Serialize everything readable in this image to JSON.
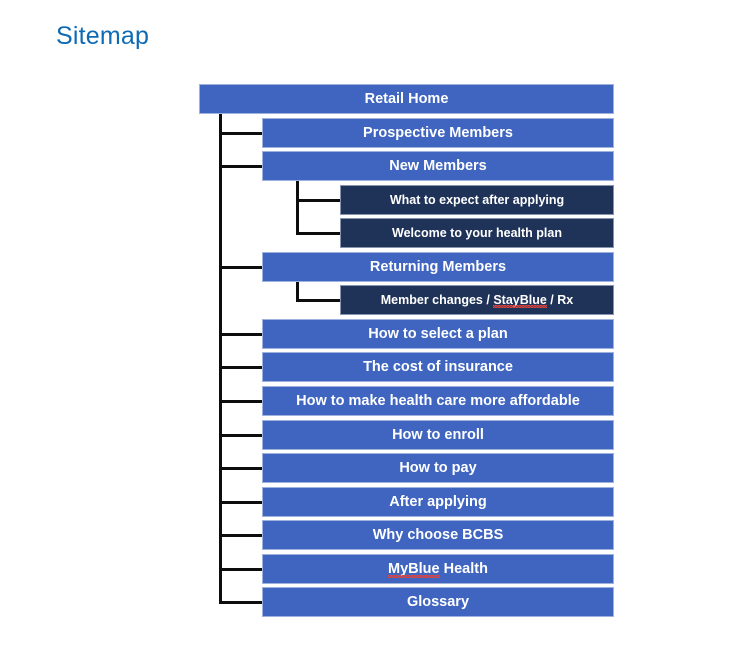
{
  "page": {
    "title": "Sitemap",
    "title_color": "#0F6AB4",
    "background": "#FFFFFF"
  },
  "colors": {
    "level_1_2_box": "#3F65C0",
    "level_3_box": "#1F3358",
    "box_text": "#FFFFFF",
    "connector_line": "#0D0D0D",
    "box_border": "#9DB2DD",
    "spellcheck_underline": "#E2433B"
  },
  "diagram": {
    "type": "sitemap-tree",
    "root": {
      "label": "Retail Home",
      "level": 1
    },
    "nodes": [
      {
        "id": "retail-home",
        "label": "Retail Home",
        "level": 1,
        "style": "blue",
        "parent": null,
        "spellcheck_words": []
      },
      {
        "id": "prospective-members",
        "label": "Prospective Members",
        "level": 2,
        "style": "blue",
        "parent": "retail-home",
        "spellcheck_words": []
      },
      {
        "id": "new-members",
        "label": "New Members",
        "level": 2,
        "style": "blue",
        "parent": "retail-home",
        "spellcheck_words": []
      },
      {
        "id": "what-to-expect",
        "label": "What to expect after applying",
        "level": 3,
        "style": "navy",
        "parent": "new-members",
        "spellcheck_words": []
      },
      {
        "id": "welcome-health-plan",
        "label": "Welcome to your health plan",
        "level": 3,
        "style": "navy",
        "parent": "new-members",
        "spellcheck_words": []
      },
      {
        "id": "returning-members",
        "label": "Returning Members",
        "level": 2,
        "style": "blue",
        "parent": "retail-home",
        "spellcheck_words": []
      },
      {
        "id": "member-changes",
        "label": "Member changes / StayBlue / Rx",
        "level": 3,
        "style": "navy",
        "parent": "returning-members",
        "spellcheck_words": [
          "StayBlue"
        ]
      },
      {
        "id": "how-to-select-plan",
        "label": "How to select a plan",
        "level": 2,
        "style": "blue",
        "parent": "retail-home",
        "spellcheck_words": []
      },
      {
        "id": "cost-of-insurance",
        "label": "The cost of insurance",
        "level": 2,
        "style": "blue",
        "parent": "retail-home",
        "spellcheck_words": []
      },
      {
        "id": "more-affordable",
        "label": "How to make health care more affordable",
        "level": 2,
        "style": "blue",
        "parent": "retail-home",
        "spellcheck_words": []
      },
      {
        "id": "how-to-enroll",
        "label": "How to enroll",
        "level": 2,
        "style": "blue",
        "parent": "retail-home",
        "spellcheck_words": []
      },
      {
        "id": "how-to-pay",
        "label": "How to pay",
        "level": 2,
        "style": "blue",
        "parent": "retail-home",
        "spellcheck_words": []
      },
      {
        "id": "after-applying",
        "label": "After applying",
        "level": 2,
        "style": "blue",
        "parent": "retail-home",
        "spellcheck_words": []
      },
      {
        "id": "why-choose-bcbs",
        "label": "Why choose BCBS",
        "level": 2,
        "style": "blue",
        "parent": "retail-home",
        "spellcheck_words": []
      },
      {
        "id": "myblue-health",
        "label": "MyBlue Health",
        "level": 2,
        "style": "blue",
        "parent": "retail-home",
        "spellcheck_words": [
          "MyBlue"
        ]
      },
      {
        "id": "glossary",
        "label": "Glossary",
        "level": 2,
        "style": "blue",
        "parent": "retail-home",
        "spellcheck_words": []
      }
    ]
  }
}
